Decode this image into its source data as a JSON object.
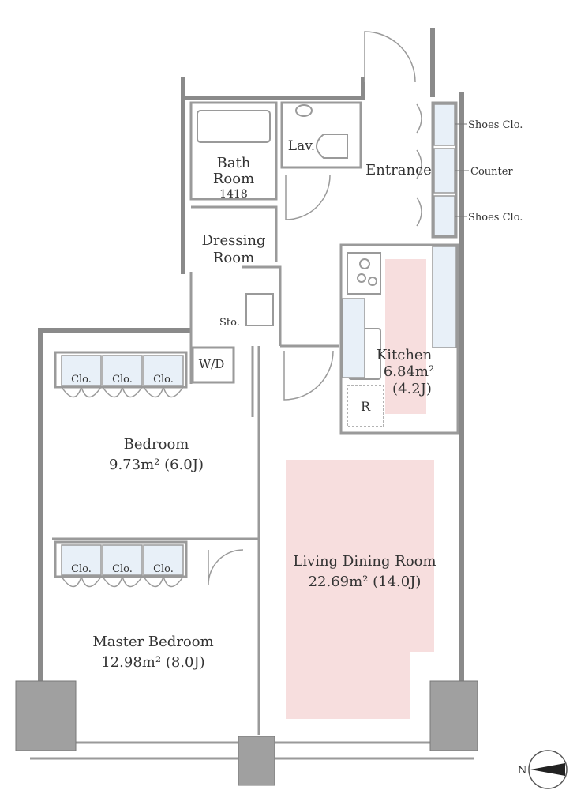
{
  "rooms": {
    "bath": {
      "line1": "Bath",
      "line2": "Room",
      "line3": "1418"
    },
    "lav": "Lav.",
    "entrance": "Entrance",
    "dressing": {
      "line1": "Dressing",
      "line2": "Room"
    },
    "kitchen": {
      "name": "Kitchen",
      "area": "6.84m²",
      "tatami": "(4.2J)"
    },
    "storage": "Sto.",
    "washer_dryer": "W/D",
    "refrigerator": "R",
    "bedroom": {
      "name": "Bedroom",
      "area": "9.73m² (6.0J)"
    },
    "ldk": {
      "name": "Living Dining Room",
      "area": "22.69m² (14.0J)"
    },
    "master": {
      "name": "Master Bedroom",
      "area": "12.98m² (8.0J)"
    }
  },
  "closets": {
    "bedroom": [
      "Clo.",
      "Clo.",
      "Clo."
    ],
    "master": [
      "Clo.",
      "Clo.",
      "Clo."
    ]
  },
  "entrance_storage": {
    "top": "Shoes Clo.",
    "middle": "Counter",
    "bottom": "Shoes Clo."
  },
  "compass": {
    "label": "N"
  },
  "colors": {
    "wall": "#9a9a9a",
    "column": "#a0a0a0",
    "closet_fill": "#e8f0f8",
    "floor_highlight": "#f7dede",
    "line": "#555555"
  }
}
